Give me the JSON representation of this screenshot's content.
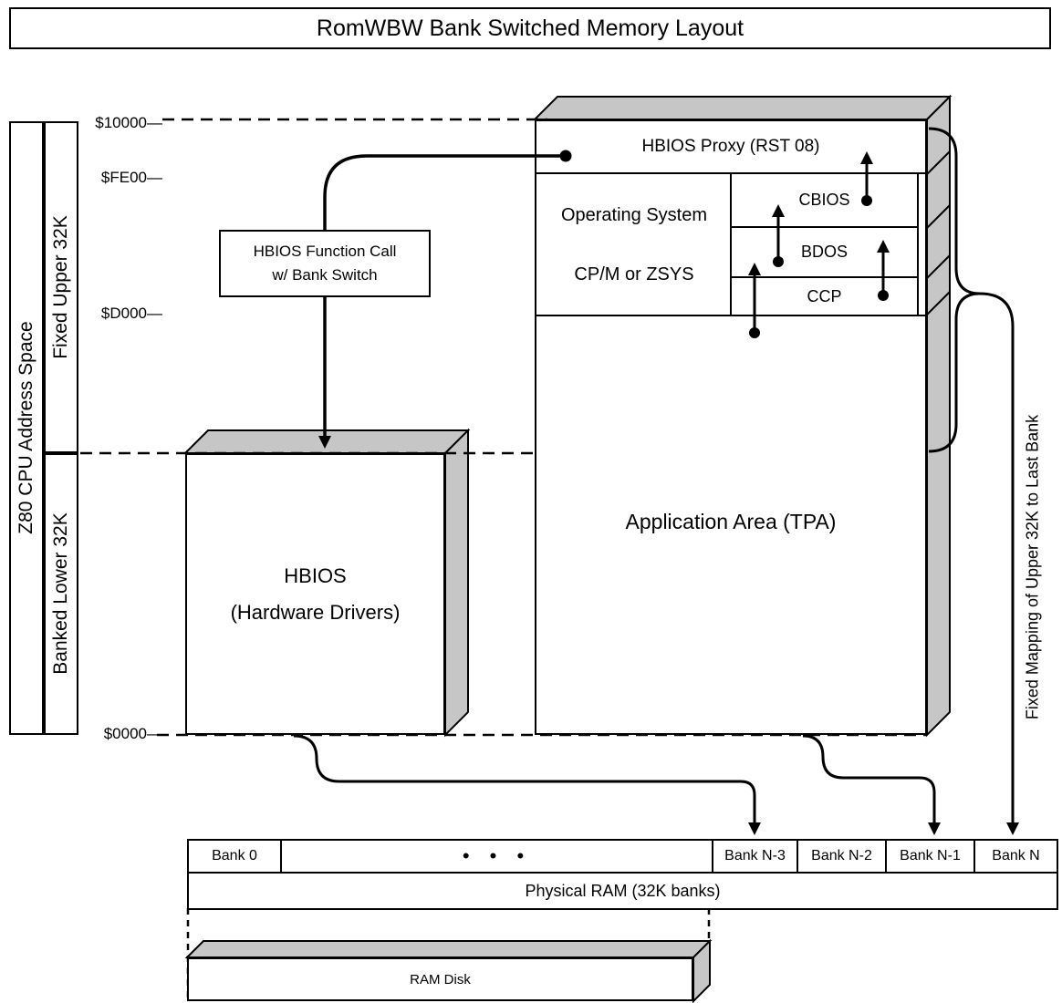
{
  "title": "RomWBW Bank Switched Memory Layout",
  "left_axis": {
    "space_label": "Z80 CPU Address Space",
    "upper_label": "Fixed Upper 32K",
    "lower_label": "Banked Lower 32K",
    "markers": [
      {
        "label": "$10000—"
      },
      {
        "label": "$FE00—"
      },
      {
        "label": "$D000—"
      },
      {
        "label": "$0000—"
      }
    ]
  },
  "main_box": {
    "proxy_label": "HBIOS Proxy (RST 08)",
    "os_label_line1": "Operating System",
    "os_label_line2": "CP/M or ZSYS",
    "components": [
      {
        "label": "CBIOS"
      },
      {
        "label": "BDOS"
      },
      {
        "label": "CCP"
      }
    ],
    "tpa_label": "Application Area (TPA)"
  },
  "hbios_box": {
    "line1": "HBIOS",
    "line2": "(Hardware Drivers)"
  },
  "call_box": {
    "line1": "HBIOS Function Call",
    "line2": "w/ Bank Switch"
  },
  "right_note": "Fixed Mapping of Upper 32K to Last Bank",
  "memory": {
    "banks": [
      {
        "label": "Bank 0"
      },
      {
        "label": "•  •  •"
      },
      {
        "label": "Bank N-3"
      },
      {
        "label": "Bank N-2"
      },
      {
        "label": "Bank N-1"
      },
      {
        "label": "Bank N"
      }
    ],
    "physical_label": "Physical RAM (32K banks)",
    "ram_disk_label": "RAM Disk"
  },
  "colors": {
    "face_gray": "#c6c6c6",
    "line_black": "#000000"
  }
}
